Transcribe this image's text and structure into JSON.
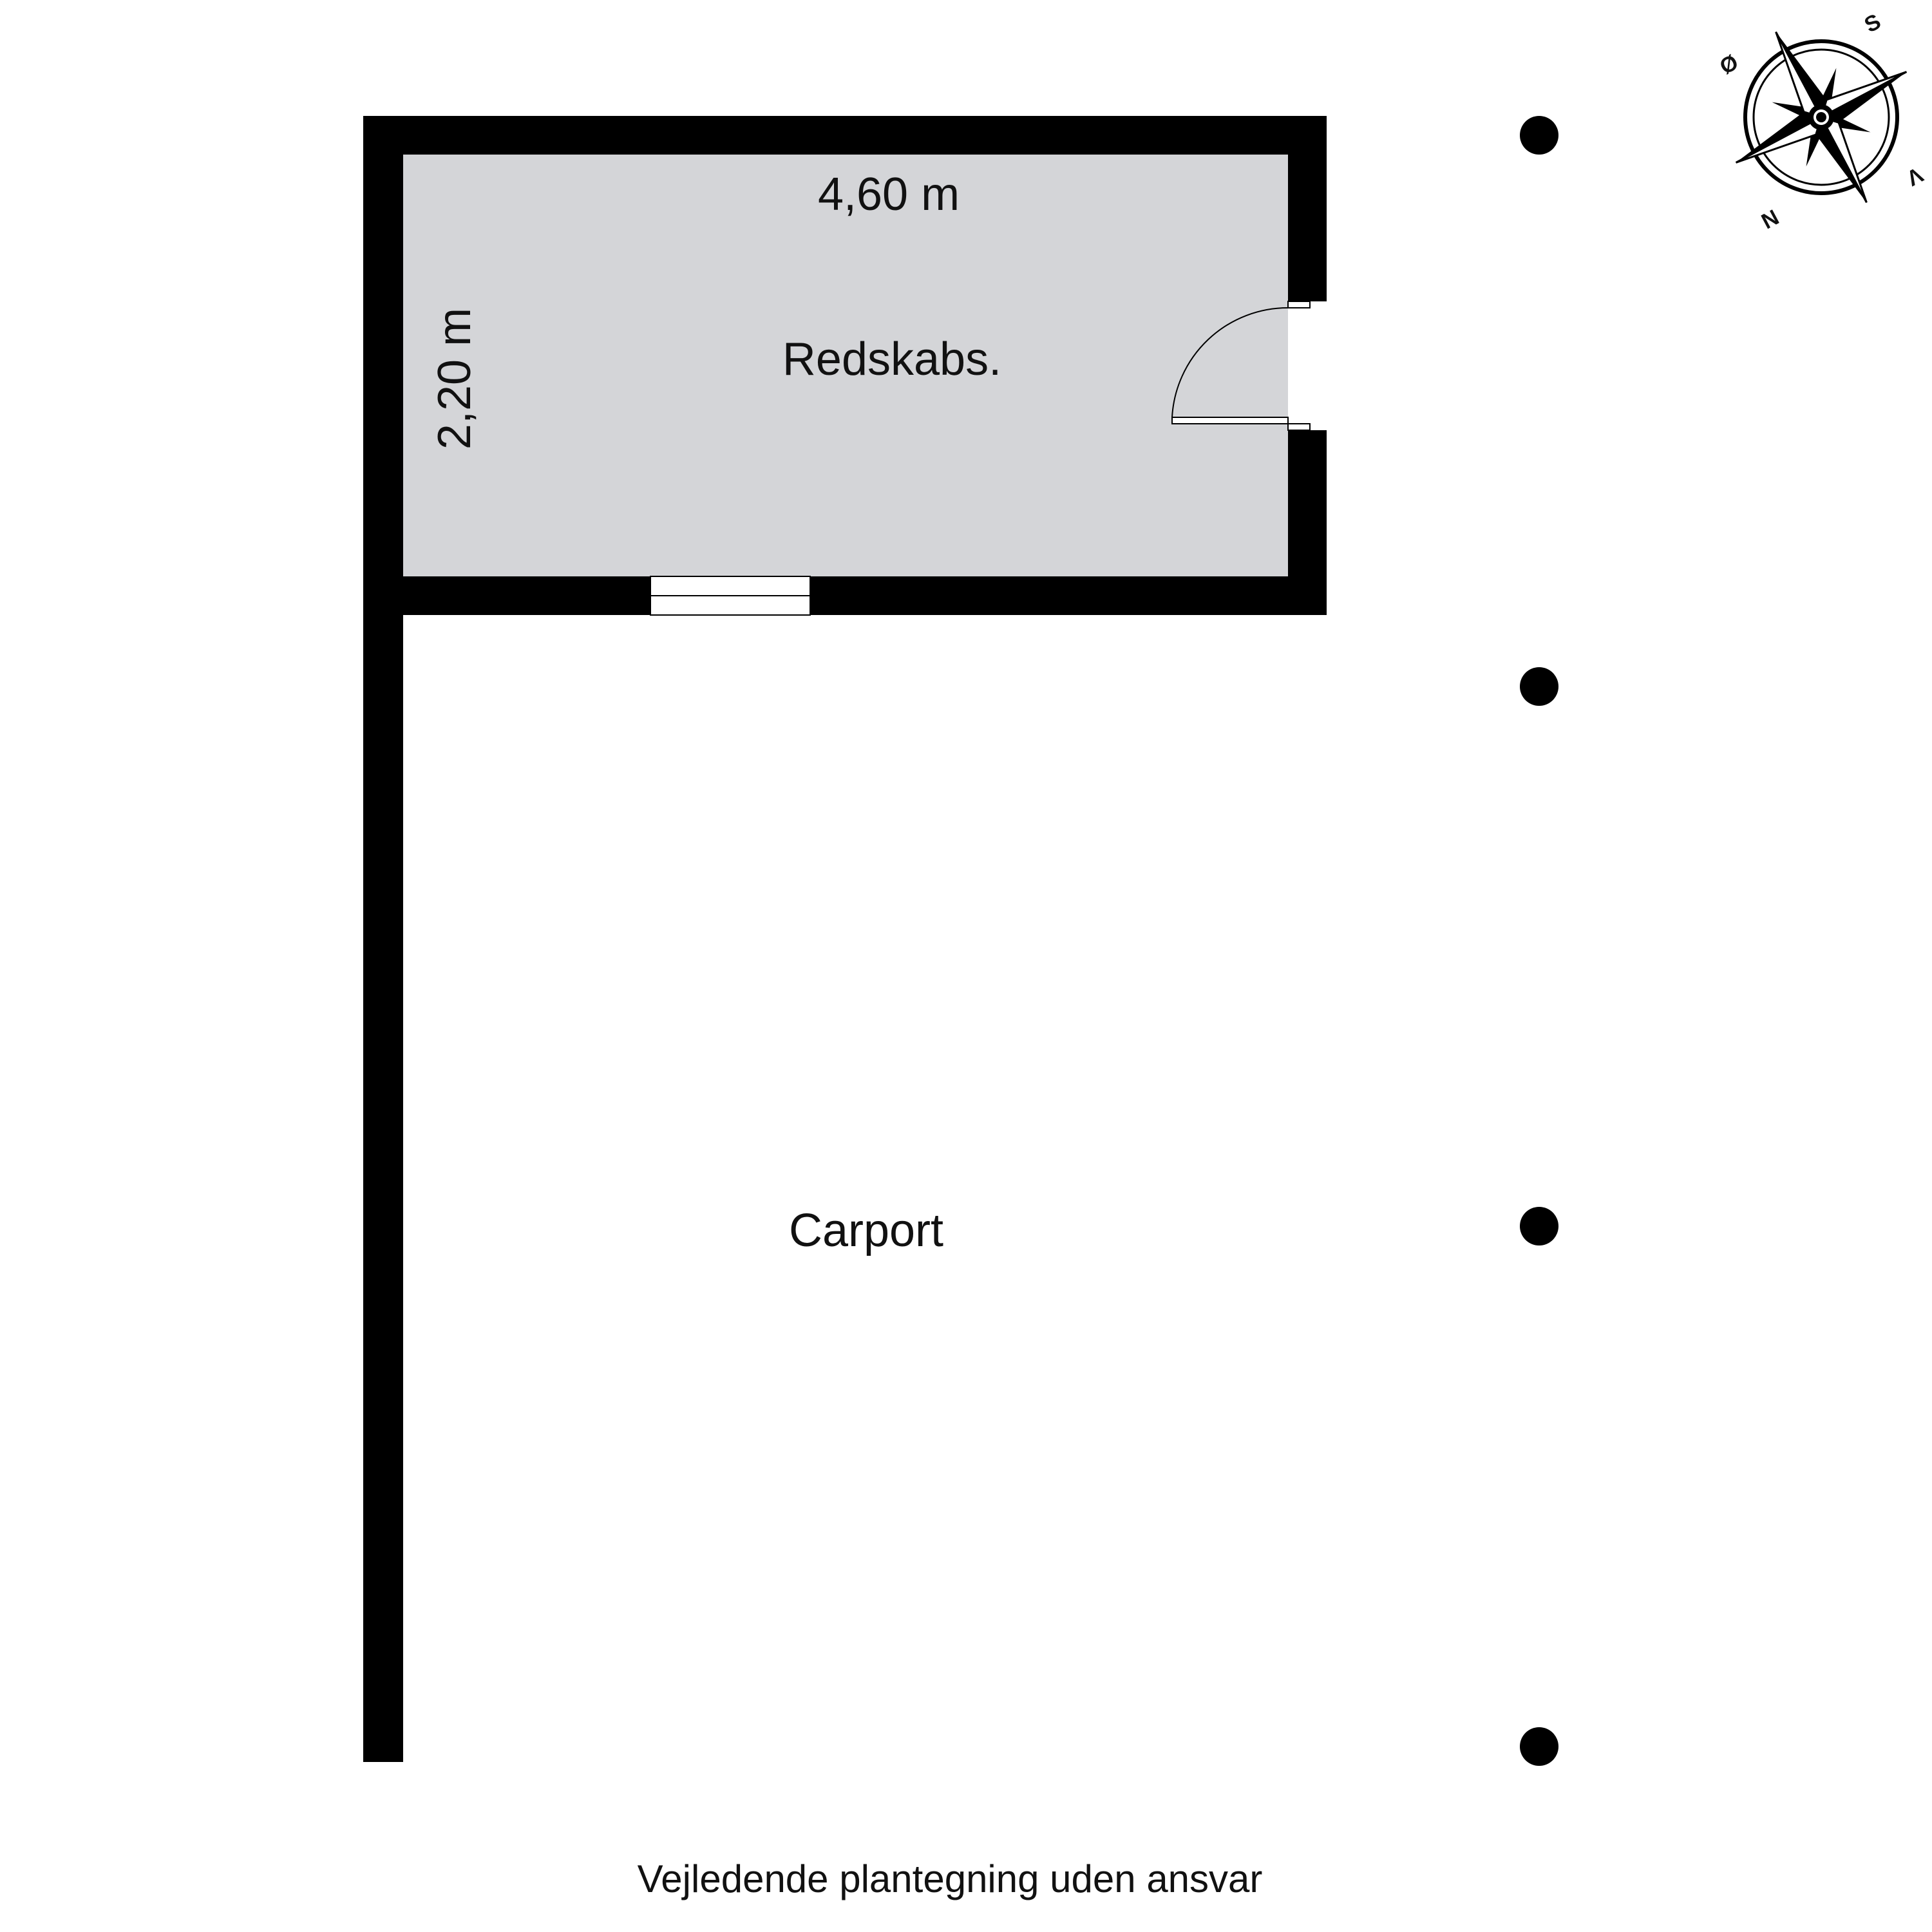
{
  "floorplan": {
    "rooms": [
      {
        "id": "shed",
        "label": "Redskabs."
      },
      {
        "id": "carport",
        "label": "Carport"
      }
    ],
    "dimensions": {
      "width_label": "4,60 m",
      "depth_label": "2,20 m"
    },
    "disclaimer": "Vejledende plantegning uden ansvar",
    "compass": {
      "n": "N",
      "s": "S",
      "e": "Ø",
      "w": "V"
    },
    "colors": {
      "wall": "#000000",
      "shed_floor": "#d4d5d8",
      "background": "#ffffff"
    }
  }
}
